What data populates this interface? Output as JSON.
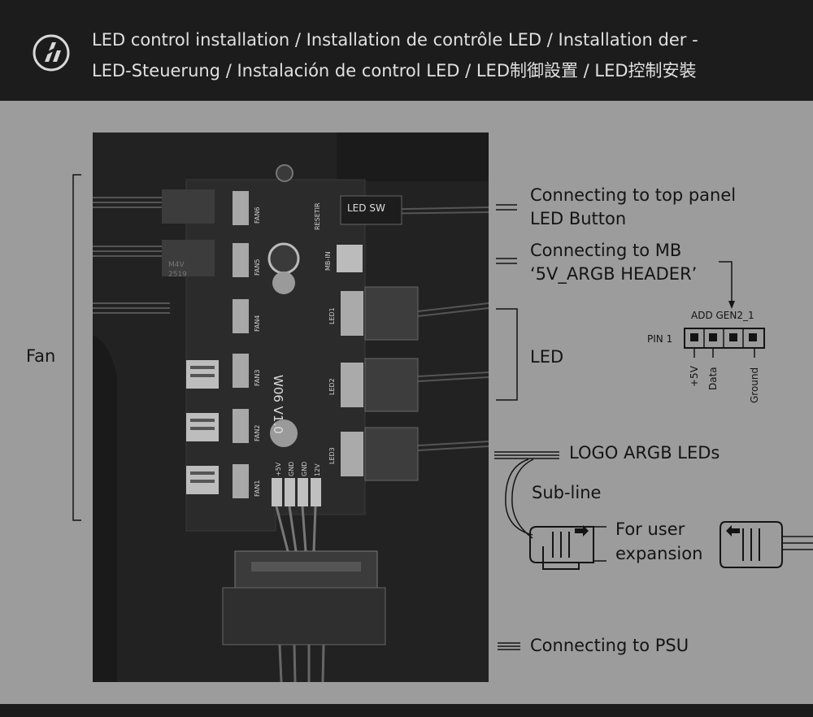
{
  "header": {
    "title_line1": "LED control installation / Installation de contrôle LED / Installation der -",
    "title_line2": "LED-Steuerung / Instalación de control LED / LED制御設置 / LED控制安裝",
    "logo_icon": "lian-li-logo-icon"
  },
  "photo": {
    "board_model": "W06 V1.0",
    "led_sw_label": "LED SW",
    "reset_label": "RESETIR",
    "mb_in_label": "MB-IN",
    "fan_headers": [
      "FAN6",
      "FAN5",
      "FAN4",
      "FAN3",
      "FAN2",
      "FAN1"
    ],
    "led_headers": [
      "LED1",
      "LED2",
      "LED3"
    ],
    "psu_pins": [
      "12V",
      "GND",
      "GND",
      "+5V"
    ],
    "chip_text": [
      "M4V",
      "2519"
    ]
  },
  "labels": {
    "fan": "Fan",
    "top_panel": [
      "Connecting to top panel",
      "LED Button"
    ],
    "mb": [
      "Connecting to MB",
      "‘5V_ARGB HEADER’"
    ],
    "led": "LED",
    "logo_argb": "LOGO ARGB LEDs",
    "sub_line": "Sub-line",
    "expansion": [
      "For user",
      "expansion"
    ],
    "psu": "Connecting to PSU"
  },
  "pinout": {
    "header_name": "ADD GEN2_1",
    "pin1": "PIN 1",
    "pins": [
      "+5V",
      "Data",
      "Ground"
    ]
  },
  "colors": {
    "background": "#9c9c9c",
    "bar": "#1c1c1c",
    "title_text": "#e0e0e0",
    "board": "#2b2b2b"
  }
}
